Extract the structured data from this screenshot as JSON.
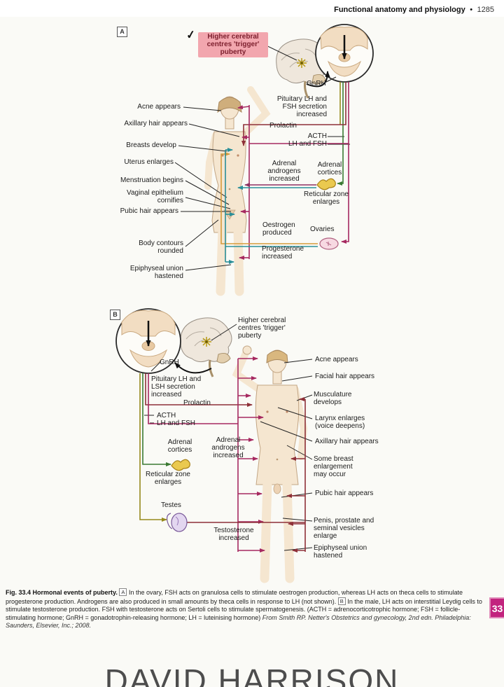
{
  "header": {
    "title": "Functional anatomy and physiology",
    "bullet": "•",
    "page_number": "1285"
  },
  "panel_a": {
    "marker": "A",
    "checkmark": "✓",
    "trigger_label": "Higher cerebral\ncentres 'trigger'\npuberty",
    "gnrh_label": "GnRH",
    "pituitary_label": "Pituitary LH and\nFSH secretion\nincreased",
    "prolactin_label": "Prolactin",
    "acth_label": "ACTH",
    "lh_fsh_label": "LH and FSH",
    "adrenal_androgens_label": "Adrenal\nandrogens\nincreased",
    "adrenal_cortices_label": "Adrenal\ncortices",
    "reticular_label": "Reticular zone\nenlarges",
    "oestrogen_label": "Oestrogen\nproduced",
    "ovaries_label": "Ovaries",
    "progesterone_label": "Progesterone\nincreased",
    "left_labels": [
      "Acne appears",
      "Axillary hair appears",
      "Breasts develop",
      "Uterus enlarges",
      "Menstruation begins",
      "Vaginal epithelium\ncornifies",
      "Pubic hair appears",
      "Body contours\nrounded",
      "Epiphyseal union\nhastened"
    ]
  },
  "panel_b": {
    "marker": "B",
    "trigger_label": "Higher cerebral\ncentres 'trigger'\npuberty",
    "gnrh_label": "GnRH",
    "pituitary_label": "Pituitary LH and\nLSH secretion\nincreased",
    "prolactin_label": "Prolactin",
    "acth_label": "ACTH",
    "lh_fsh_label": "LH and FSH",
    "adrenal_cortices_label": "Adrenal\ncortices",
    "adrenal_androgens_label": "Adrenal\nandrogens\nincreased",
    "reticular_label": "Reticular zone\nenlarges",
    "testes_label": "Testes",
    "testosterone_label": "Testosterone\nincreased",
    "right_labels": [
      "Acne appears",
      "Facial hair appears",
      "Musculature\ndevelops",
      "Larynx enlarges\n(voice deepens)",
      "Axillary hair appears",
      "Some breast\nenlargement\nmay occur",
      "Pubic hair appears",
      "Penis, prostate and\nseminal vesicles\nenlarge",
      "Epiphyseal union\nhastened"
    ]
  },
  "caption": {
    "fig_bold": "Fig. 33.4",
    "title_bold": "Hormonal events of puberty.",
    "marker_a": "A",
    "text_a": "In the ovary, FSH acts on granulosa cells to stimulate oestrogen production, whereas LH acts on theca cells to stimulate progesterone production. Androgens are also produced in small amounts by theca cells in response to LH (not shown).",
    "marker_b": "B",
    "text_b": "In the male, LH acts on interstitial Leydig cells to stimulate testosterone production. FSH with testosterone acts on Sertoli cells to stimulate spermatogenesis. (ACTH = adrenocorticotrophic hormone; FSH = follicle-stimulating hormone; GnRH = gonadotrophin-releasing hormone; LH = luteinising hormone)",
    "source": "From Smith RP. Netter's Obstetrics and gynecology, 2nd edn. Philadelphia: Saunders, Elsevier, Inc.; 2008."
  },
  "chapter_tab": "33",
  "watermark": "DAVID HARRISON",
  "colors": {
    "lh_fsh_magenta": "#a62960",
    "prolactin_maroon": "#8e3038",
    "acth_green": "#3b7a33",
    "gnrh_olive": "#96891c",
    "oestrogen_teal": "#2a8f98",
    "androgen_orange": "#d59a3a",
    "androgen_purple": "#8e3061",
    "highlight_pink": "#f2a6ae",
    "chapter_tab_pink": "#c2247e",
    "skin": "#f5e6d0"
  }
}
